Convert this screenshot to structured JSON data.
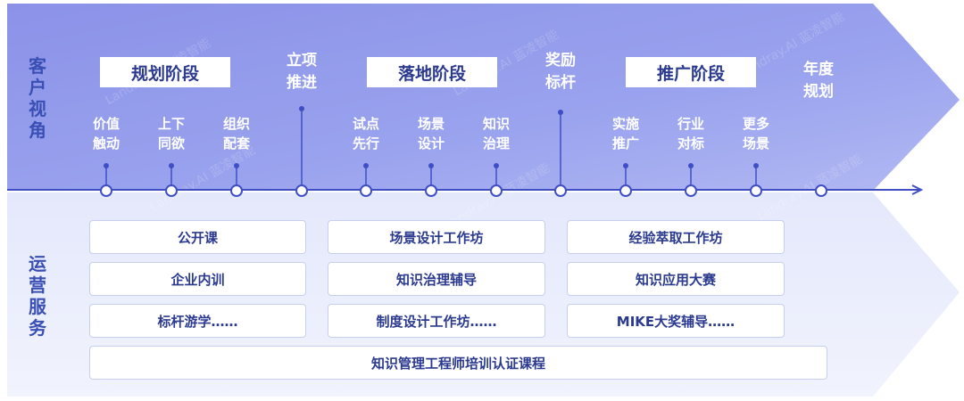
{
  "side_labels": {
    "customer": [
      "客",
      "户",
      "视",
      "角"
    ],
    "operation": [
      "运",
      "营",
      "服",
      "务"
    ]
  },
  "phases": [
    "规划阶段",
    "落地阶段",
    "推广阶段"
  ],
  "milestones": {
    "approval": [
      "立项",
      "推进"
    ],
    "benchmark": [
      "奖励",
      "标杆"
    ],
    "annual": [
      "年度",
      "规划"
    ]
  },
  "nodes": [
    [
      "价值",
      "触动"
    ],
    [
      "上下",
      "同欲"
    ],
    [
      "组织",
      "配套"
    ],
    [
      "试点",
      "先行"
    ],
    [
      "场景",
      "设计"
    ],
    [
      "知识",
      "治理"
    ],
    [
      "实施",
      "推广"
    ],
    [
      "行业",
      "对标"
    ],
    [
      "更多",
      "场景"
    ]
  ],
  "services": {
    "col1": [
      "公开课",
      "企业内训",
      "标杆游学……"
    ],
    "col2": [
      "场景设计工作坊",
      "知识治理辅导",
      "制度设计工作坊……"
    ],
    "col3": [
      "经验萃取工作坊",
      "知识应用大赛",
      "MIKE大奖辅导……"
    ],
    "wide": "知识管理工程师培训认证课程"
  },
  "watermark": "Landray.AI 蓝凌智能",
  "colors": {
    "band_top": "#8f97ea",
    "band_bottom": "#eef0fc",
    "axis": "#3f4ec4",
    "text_dark": "#2b3a8f"
  }
}
